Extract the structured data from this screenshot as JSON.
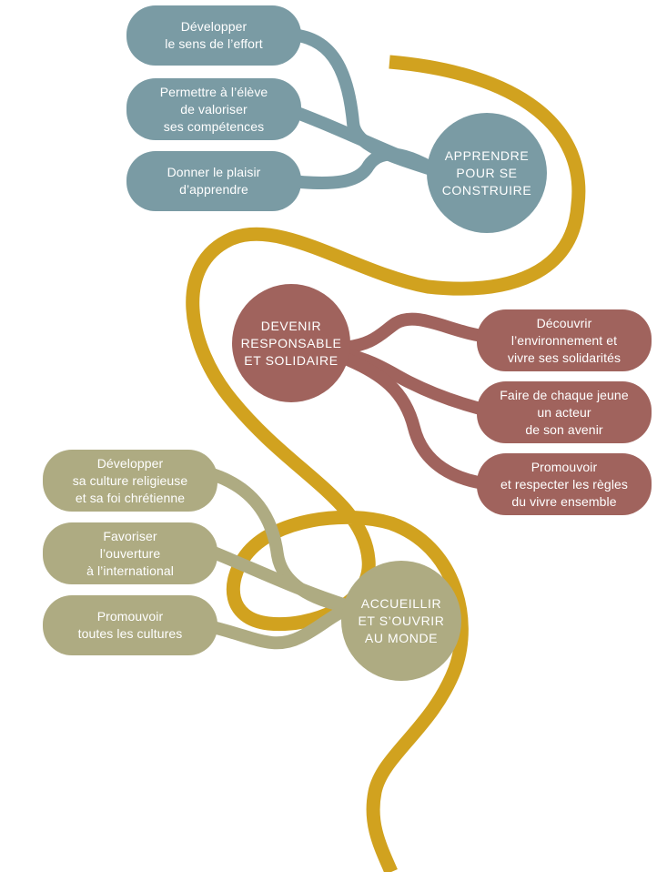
{
  "colors": {
    "gold": "#d1a21f",
    "blue": "#7a9ba4",
    "red": "#a0635d",
    "olive": "#aeab82",
    "text": "#ffffff"
  },
  "groups": [
    {
      "id": "apprendre",
      "color": "blue",
      "hub": [
        "APPRENDRE",
        "POUR SE",
        "CONSTRUIRE"
      ],
      "branches": [
        [
          "Développer",
          "le sens de l’effort"
        ],
        [
          "Permettre à l’élève",
          "de valoriser",
          "ses compétences"
        ],
        [
          "Donner le plaisir",
          "d’apprendre"
        ]
      ]
    },
    {
      "id": "responsable",
      "color": "red",
      "hub": [
        "DEVENIR",
        "RESPONSABLE",
        "ET SOLIDAIRE"
      ],
      "branches": [
        [
          "Découvrir",
          "l’environnement et",
          "vivre ses solidarités"
        ],
        [
          "Faire de chaque jeune",
          "un acteur",
          "de son avenir"
        ],
        [
          "Promouvoir",
          "et respecter les règles",
          "du vivre ensemble"
        ]
      ]
    },
    {
      "id": "accueillir",
      "color": "olive",
      "hub": [
        "ACCUEILLIR",
        "ET S’OUVRIR",
        "AU MONDE"
      ],
      "branches": [
        [
          "Développer",
          "sa culture religieuse",
          "et sa foi chrétienne"
        ],
        [
          "Favoriser",
          "l’ouverture",
          "à l’international"
        ],
        [
          "Promouvoir",
          "toutes les cultures"
        ]
      ]
    }
  ]
}
